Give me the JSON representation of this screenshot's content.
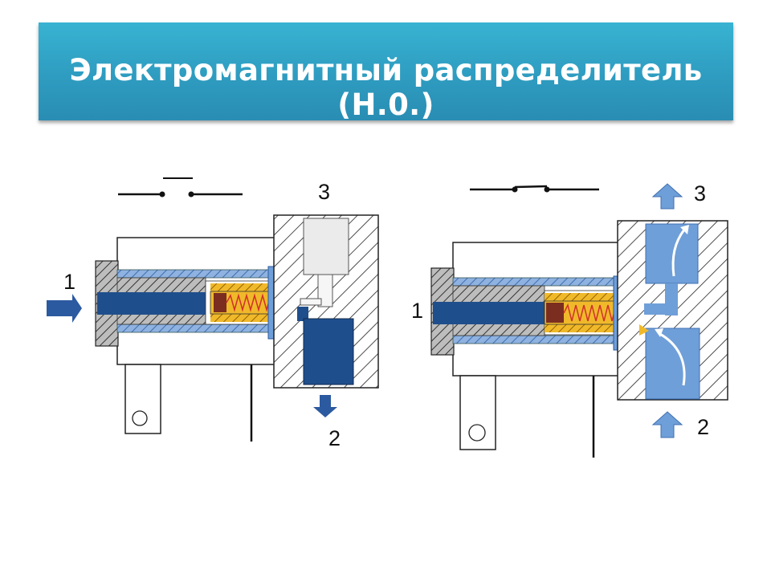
{
  "title": "Электромагнитный распределитель (Н.0.)",
  "left_valve": {
    "port1": "1",
    "port2": "2",
    "port3": "3"
  },
  "right_valve": {
    "port1": "1",
    "port2": "2",
    "port3": "3"
  },
  "colors": {
    "title_bar": "#2e9cc0",
    "dark_blue": "#1f4e8c",
    "light_blue": "#6f9fd8",
    "arrow_blue": "#2c5aa0",
    "coil_yellow": "#f0b92a",
    "core_brown": "#7b2e20",
    "spring_red": "#d0302a",
    "seal_red": "#e11b1b"
  }
}
